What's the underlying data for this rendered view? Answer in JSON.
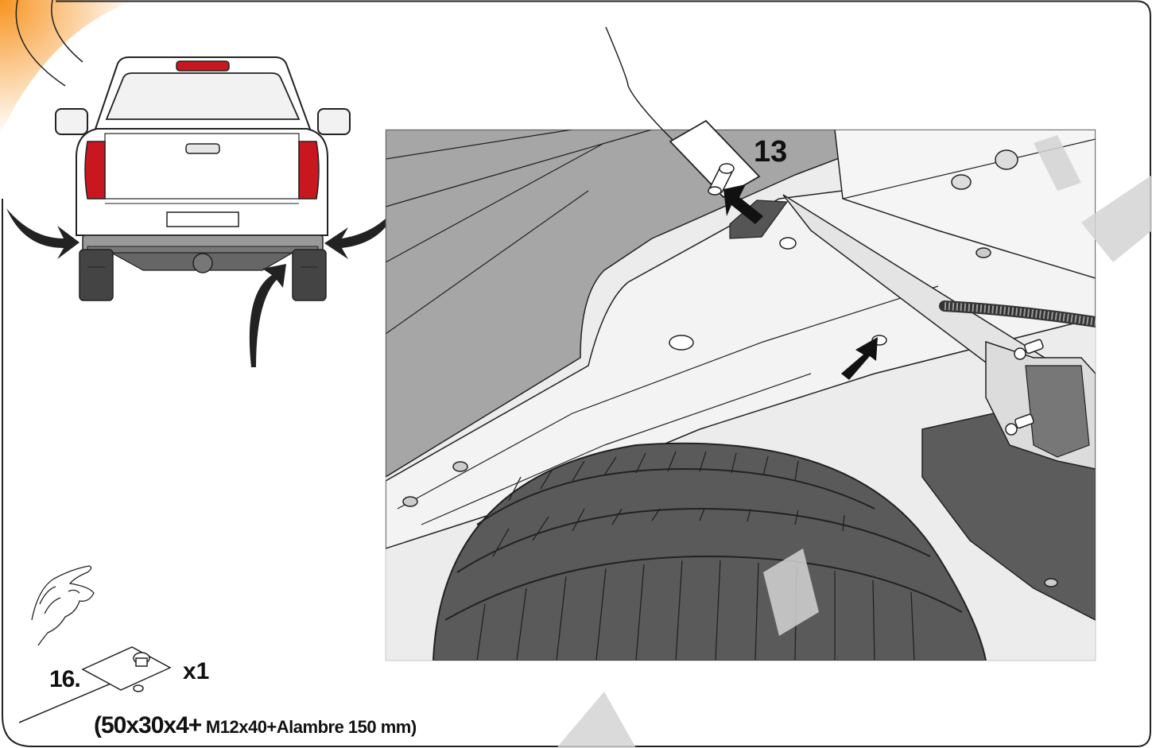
{
  "step_label": "13",
  "part": {
    "number": "16.",
    "quantity": "x1",
    "spec_main": "(50x30x4+",
    "spec_rest": " M12x40+Alambre 150 mm)"
  },
  "colors": {
    "accent_orange": "#f7931e",
    "tail_light_red": "#c8171e",
    "chassis_grey": "#ededed",
    "dark_grey": "#555555",
    "watermark": "#d4d4d4"
  },
  "icons": [
    "hand-pointing-icon",
    "arrow-icon",
    "tow-bar-plate-icon"
  ]
}
